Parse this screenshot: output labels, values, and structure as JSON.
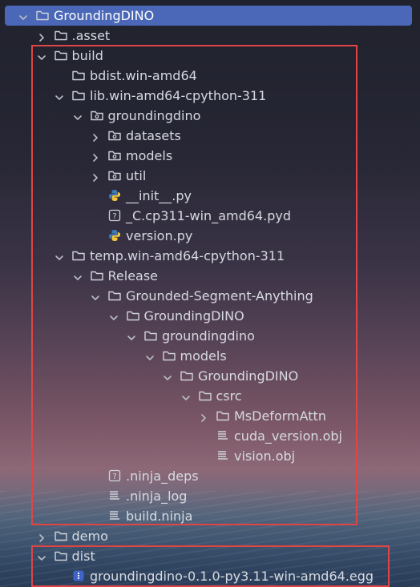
{
  "tree": [
    {
      "label": "GroundingDINO",
      "depth": 0,
      "type": "folder",
      "chevron": "chevron-down-icon",
      "selected": true
    },
    {
      "label": ".asset",
      "depth": 1,
      "type": "folder",
      "chevron": "chevron-right-icon"
    },
    {
      "label": "build",
      "depth": 1,
      "type": "folder",
      "chevron": "chevron-down-icon"
    },
    {
      "label": "bdist.win-amd64",
      "depth": 2,
      "type": "folder",
      "chevron": ""
    },
    {
      "label": "lib.win-amd64-cpython-311",
      "depth": 2,
      "type": "folder",
      "chevron": "chevron-down-icon"
    },
    {
      "label": "groundingdino",
      "depth": 3,
      "type": "package",
      "chevron": "chevron-down-icon"
    },
    {
      "label": "datasets",
      "depth": 4,
      "type": "package",
      "chevron": "chevron-right-icon"
    },
    {
      "label": "models",
      "depth": 4,
      "type": "package",
      "chevron": "chevron-right-icon"
    },
    {
      "label": "util",
      "depth": 4,
      "type": "package",
      "chevron": "chevron-right-icon"
    },
    {
      "label": "__init__.py",
      "depth": 4,
      "type": "python",
      "chevron": ""
    },
    {
      "label": "_C.cp311-win_amd64.pyd",
      "depth": 4,
      "type": "unknown",
      "chevron": ""
    },
    {
      "label": "version.py",
      "depth": 4,
      "type": "python",
      "chevron": ""
    },
    {
      "label": "temp.win-amd64-cpython-311",
      "depth": 2,
      "type": "folder",
      "chevron": "chevron-down-icon"
    },
    {
      "label": "Release",
      "depth": 3,
      "type": "folder",
      "chevron": "chevron-down-icon"
    },
    {
      "label": "Grounded-Segment-Anything",
      "depth": 4,
      "type": "folder",
      "chevron": "chevron-down-icon"
    },
    {
      "label": "GroundingDINO",
      "depth": 5,
      "type": "folder",
      "chevron": "chevron-down-icon"
    },
    {
      "label": "groundingdino",
      "depth": 6,
      "type": "folder",
      "chevron": "chevron-down-icon"
    },
    {
      "label": "models",
      "depth": 7,
      "type": "folder",
      "chevron": "chevron-down-icon"
    },
    {
      "label": "GroundingDINO",
      "depth": 8,
      "type": "folder",
      "chevron": "chevron-down-icon"
    },
    {
      "label": "csrc",
      "depth": 9,
      "type": "folder",
      "chevron": "chevron-down-icon"
    },
    {
      "label": "MsDeformAttn",
      "depth": 10,
      "type": "folder",
      "chevron": "chevron-right-icon"
    },
    {
      "label": "cuda_version.obj",
      "depth": 10,
      "type": "text",
      "chevron": ""
    },
    {
      "label": "vision.obj",
      "depth": 10,
      "type": "text",
      "chevron": ""
    },
    {
      "label": ".ninja_deps",
      "depth": 4,
      "type": "unknown",
      "chevron": ""
    },
    {
      "label": ".ninja_log",
      "depth": 4,
      "type": "text",
      "chevron": ""
    },
    {
      "label": "build.ninja",
      "depth": 4,
      "type": "text",
      "chevron": ""
    },
    {
      "label": "demo",
      "depth": 1,
      "type": "folder",
      "chevron": "chevron-right-icon"
    },
    {
      "label": "dist",
      "depth": 1,
      "type": "folder",
      "chevron": "chevron-down-icon"
    },
    {
      "label": "groundingdino-0.1.0-py3.11-win-amd64.egg",
      "depth": 2,
      "type": "archive",
      "chevron": ""
    }
  ],
  "colors": {
    "selection": "#4a67b8",
    "highlight_box": "#e04545",
    "python_blue": "#3d7ab8",
    "python_yellow": "#f2c53d"
  }
}
